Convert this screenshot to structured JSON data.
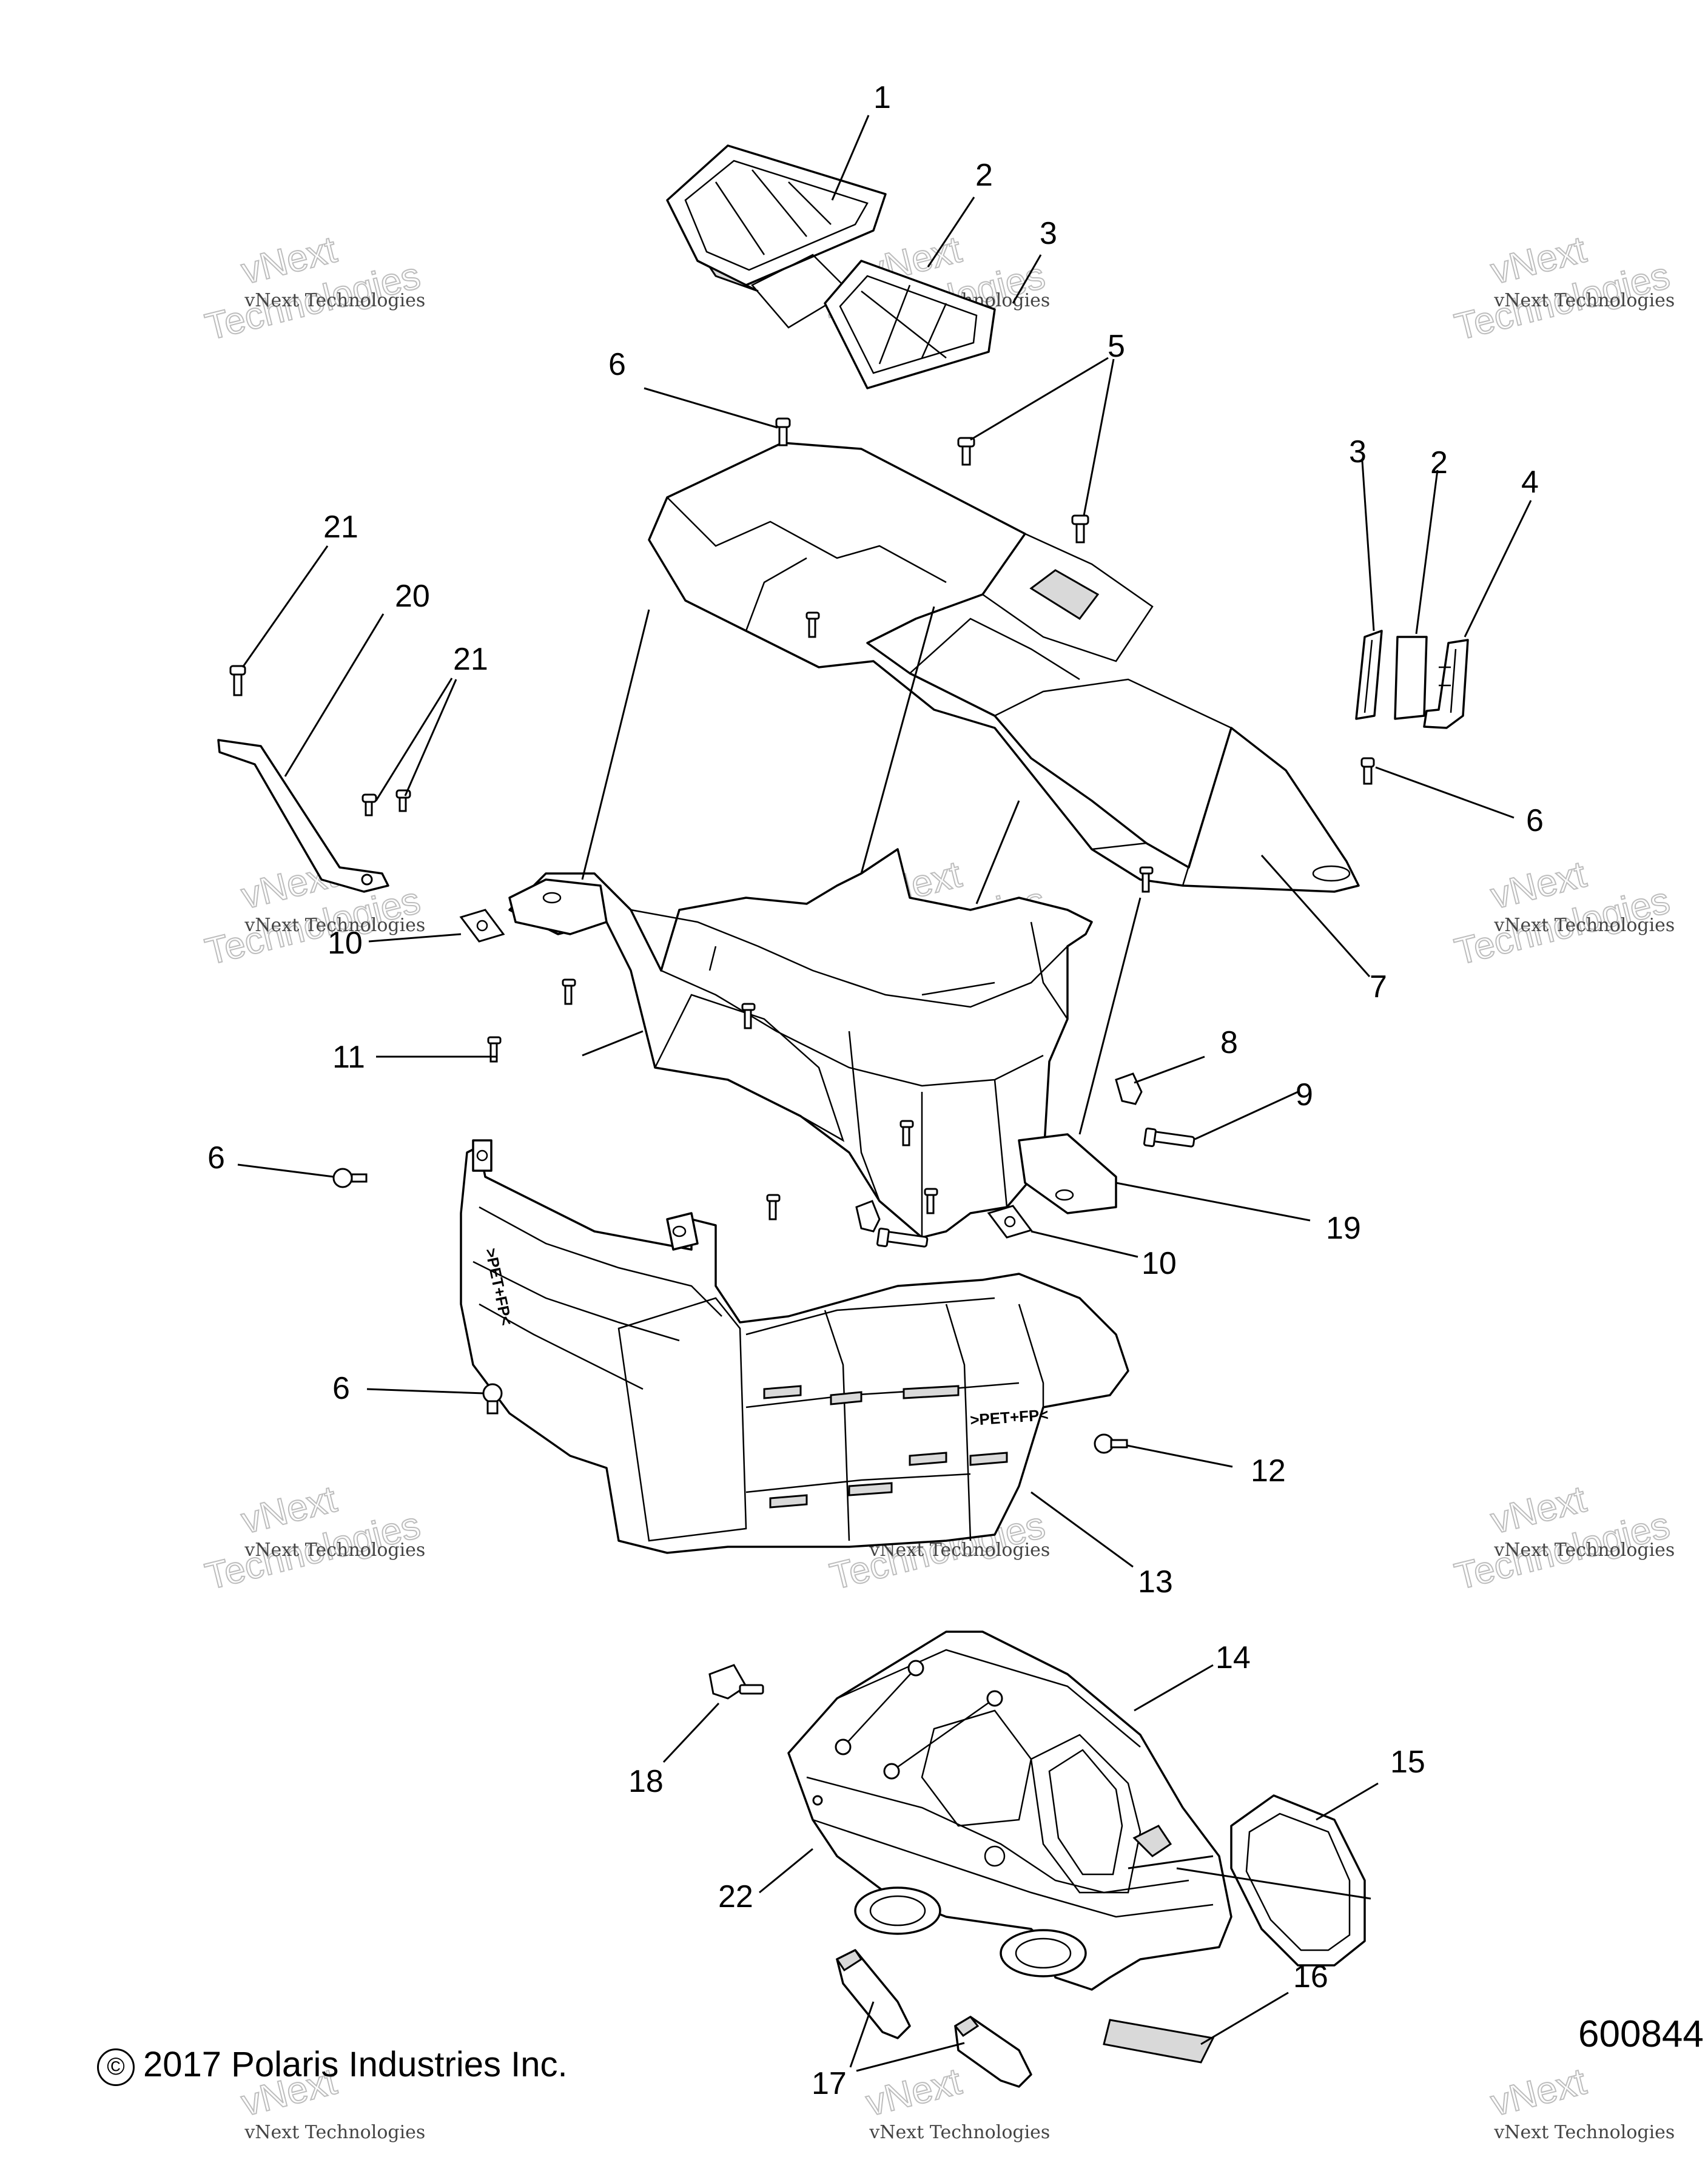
{
  "callouts": [
    {
      "label": "1"
    },
    {
      "label": "2"
    },
    {
      "label": "3"
    },
    {
      "label": "6"
    },
    {
      "label": "5"
    },
    {
      "label": "3"
    },
    {
      "label": "2"
    },
    {
      "label": "4"
    },
    {
      "label": "21"
    },
    {
      "label": "20"
    },
    {
      "label": "21"
    },
    {
      "label": "6"
    },
    {
      "label": "10"
    },
    {
      "label": "7"
    },
    {
      "label": "11"
    },
    {
      "label": "8"
    },
    {
      "label": "9"
    },
    {
      "label": "6"
    },
    {
      "label": "19"
    },
    {
      "label": "10"
    },
    {
      "label": "6"
    },
    {
      "label": "12"
    },
    {
      "label": "13"
    },
    {
      "label": "14"
    },
    {
      "label": "18"
    },
    {
      "label": "15"
    },
    {
      "label": "22"
    },
    {
      "label": "16"
    },
    {
      "label": "17"
    }
  ],
  "watermark": {
    "line1": "vNext Technologies",
    "line2": "Technologies",
    "line3": "vNext"
  },
  "copyright": "2017 Polaris Industries Inc.",
  "copyright_symbol": "©",
  "reference_code": "600844"
}
